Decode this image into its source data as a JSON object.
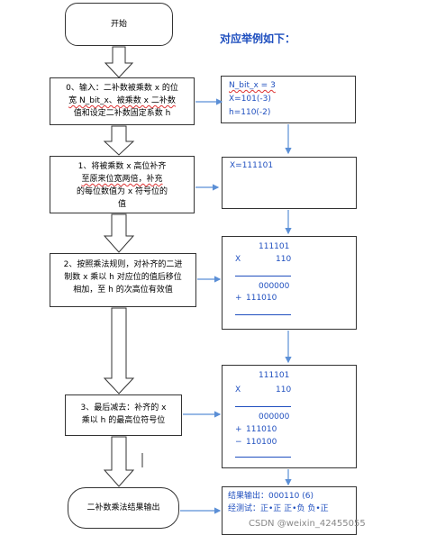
{
  "title": "对应举例如下：",
  "flow": {
    "start": "开始",
    "step0": [
      "0、输入：二补数被乘数 x 的位",
      "宽 N_bit_x、被乘数 x 二补数",
      "值和设定二补数固定系数 h"
    ],
    "step1": [
      "1、将被乘数 x 高位补齐",
      "至原来位宽两倍，补充",
      "的每位数值为 x 符号位的",
      "值"
    ],
    "step2": [
      "2、按照乘法规则，对补齐的二进",
      "制数 x 乘以 h 对应位的值后移位",
      "相加，至 h 的次高位有效值"
    ],
    "step3": [
      "3、最后减去：补齐的 x",
      "乘以 h 的最高位符号位"
    ],
    "end": "二补数乘法结果输出"
  },
  "examples": {
    "ex0": [
      "N_bit_x = 3",
      "X=101(-3)",
      "h=110(-2)"
    ],
    "ex1": "X=111101",
    "ex2": {
      "a": "111101",
      "x": "X",
      "b": "110",
      "p1": "000000",
      "plus": "+",
      "p2": "111010"
    },
    "ex3": {
      "a": "111101",
      "x": "X",
      "b": "110",
      "p1": "000000",
      "plus1": "+",
      "p2": "111010",
      "minus": "−",
      "p3": "110100"
    },
    "ex4": [
      "结果输出：000110      (6)",
      "经测试：正•正   正•负  负•正"
    ]
  },
  "watermark": "CSDN @weixin_42455055"
}
